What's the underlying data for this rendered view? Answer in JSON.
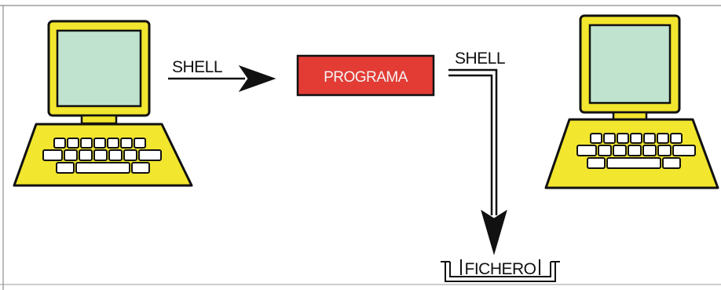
{
  "labels": {
    "shell_in": "SHELL",
    "program": "PROGRAMA",
    "shell_out": "SHELL",
    "file": "FICHERO"
  },
  "colors": {
    "background": "#ffffff",
    "frame": "#111111",
    "monitor_body": "#f2e62e",
    "screen": "#bfe3cf",
    "keyboard_keys": "#ffffff",
    "program_box": "#e23c35",
    "program_text": "#f4f4f4"
  },
  "icons": [
    "computer-icon",
    "arrow-right-icon",
    "arrow-down-icon"
  ]
}
